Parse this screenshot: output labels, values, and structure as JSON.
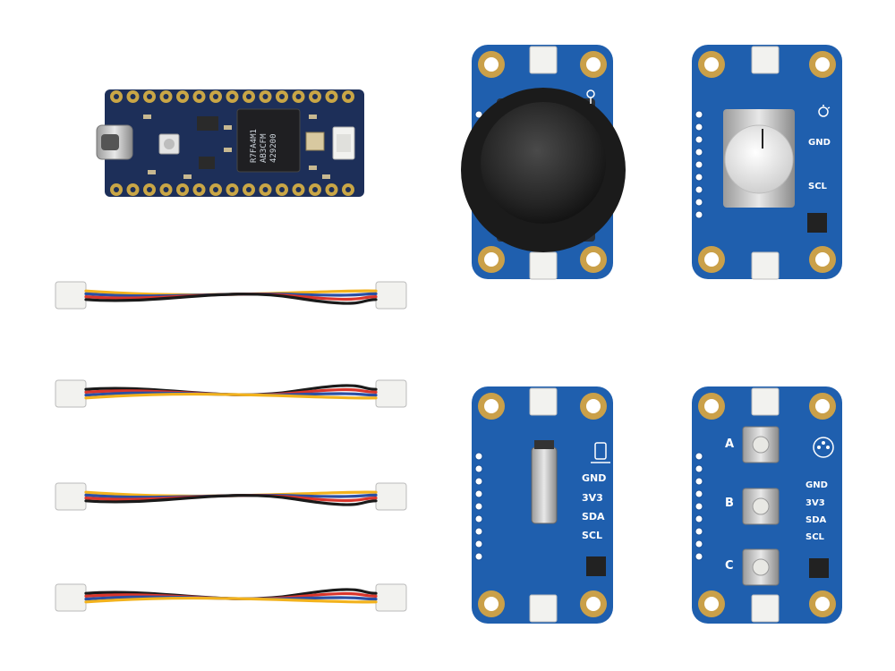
{
  "colors": {
    "board_navy": "#1d2f59",
    "module_blue": "#1f5fae",
    "module_dark": "#184f97",
    "pad_gold": "#caa049",
    "pin_gold": "#c9a646",
    "connector_white": "#f2f2ef",
    "wire_yellow": "#f2b21d",
    "wire_red": "#d9362c",
    "wire_blue": "#2b4fa3",
    "wire_black": "#1a1a1a",
    "joystick_cap": "#2b2b2b"
  },
  "mcu_board": {
    "chip_line1": "R7FA4M1",
    "chip_line2": "AB3CFM",
    "chip_line3": "429200"
  },
  "vibration_module": {
    "labels": [
      "GND",
      "3V3",
      "SDA",
      "SCL"
    ]
  },
  "knob_module": {
    "labels": [
      "GND",
      "SCL"
    ]
  },
  "buttons_module": {
    "button_letters": [
      "A",
      "B",
      "C"
    ],
    "labels": [
      "GND",
      "3V3",
      "SDA",
      "SCL"
    ]
  },
  "icons": [
    "joystick-icon",
    "knob-icon",
    "vibration-icon",
    "buttons-icon"
  ]
}
